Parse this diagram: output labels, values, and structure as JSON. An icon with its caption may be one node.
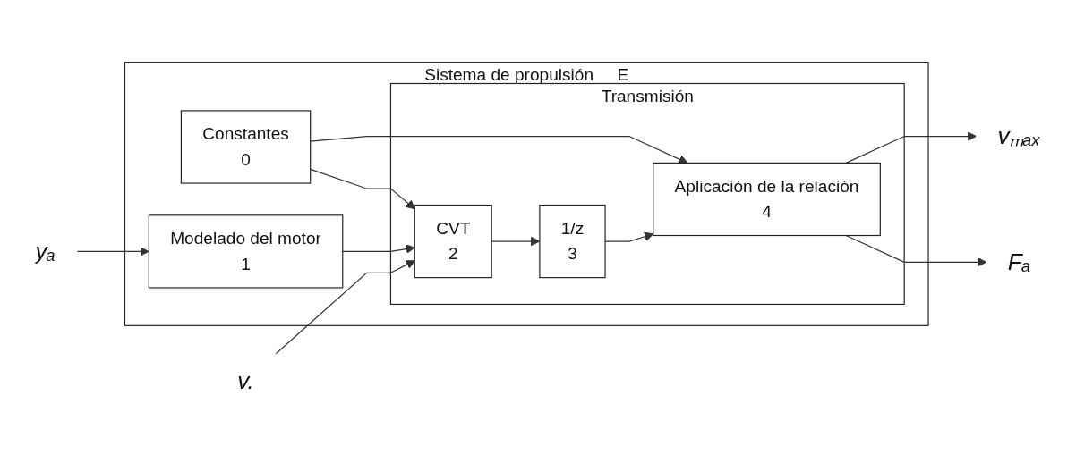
{
  "diagram": {
    "nodes": [
      {
        "text": [
          "Sistema de propulsión",
          "E"
        ]
      },
      {
        "text": [
          "Constantes",
          "0"
        ],
        "in": 0
      },
      {
        "text": [
          "Transmisión"
        ],
        "in": 0
      },
      {
        "text": [
          "Aplicación de la relación",
          "4"
        ],
        "in": 2
      },
      {
        "text": [
          "Modelado del motor",
          "1"
        ],
        "in": 0
      },
      {
        "text": [
          "CVT",
          "2"
        ],
        "in": 2
      },
      {
        "text": [
          "1/z",
          "3"
        ],
        "in": 2
      },
      {
        "text": [
          "yₐ"
        ]
      },
      {
        "text": [
          "v."
        ]
      },
      {
        "text": [
          "vₘₐₓ"
        ]
      },
      {
        "text": [
          "Fₐ"
        ]
      }
    ],
    "edges": [
      {
        "from": 1,
        "to": 3,
        "arrow": "to"
      },
      {
        "from": 1,
        "to": 5,
        "arrow": "to"
      },
      {
        "from": 7,
        "to": 4,
        "arrow": "to"
      },
      {
        "from": 4,
        "to": 5,
        "arrow": "to"
      },
      {
        "from": 5,
        "to": 6,
        "arrow": "to"
      },
      {
        "from": 6,
        "to": 3,
        "arrow": "to"
      },
      {
        "from": 8,
        "to": 5,
        "arrow": "to"
      },
      {
        "from": 3,
        "to": 9,
        "arrow": "to"
      },
      {
        "from": 3,
        "to": 10,
        "arrow": "to"
      }
    ]
  }
}
